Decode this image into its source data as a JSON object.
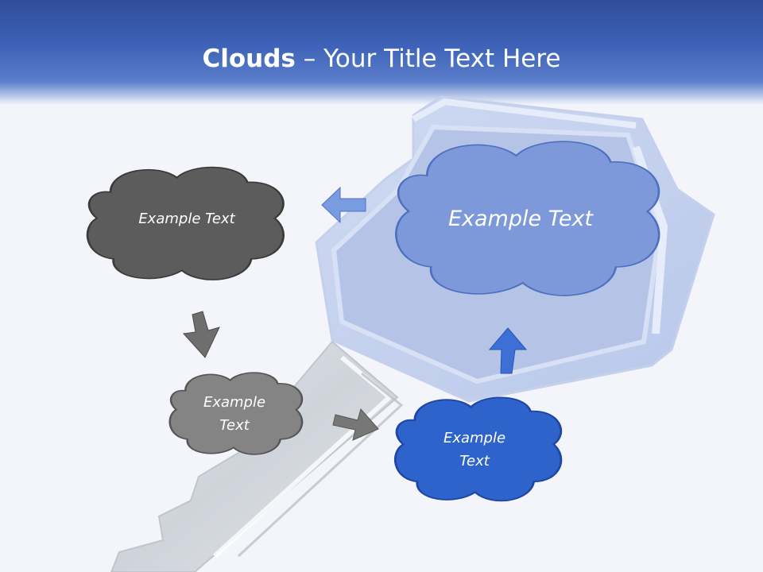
{
  "slide": {
    "title_bold": "Clouds",
    "title_separator": "–",
    "title_rest": "Your Title Text Here"
  },
  "clouds": [
    {
      "label": "Example Text",
      "fill": "#5c5c5c",
      "stroke": "#3a3a3a",
      "text_color": "#ffffff"
    },
    {
      "label": "Example Text",
      "fill": "#7d99d9",
      "stroke": "#4e6fc0",
      "text_color": "#ffffff"
    },
    {
      "label_lines": [
        "Example",
        "Text"
      ],
      "fill": "#848484",
      "stroke": "#555555",
      "text_color": "#ffffff"
    },
    {
      "label_lines": [
        "Example",
        "Text"
      ],
      "fill": "#2f63cc",
      "stroke": "#1f46a3",
      "text_color": "#ffffff"
    }
  ],
  "colors": {
    "header_dark": "#2f4d99",
    "header_light": "#5b7fcb",
    "background": "#f3f5fb",
    "arrow_gray": "#6e6e6e",
    "arrow_blue": "#3d6fd6",
    "key_silver": "#d5d8de"
  },
  "icons": [
    "house-key-graphic",
    "arrow-left-icon",
    "arrow-down-icon",
    "arrow-right-icon",
    "arrow-up-icon"
  ]
}
